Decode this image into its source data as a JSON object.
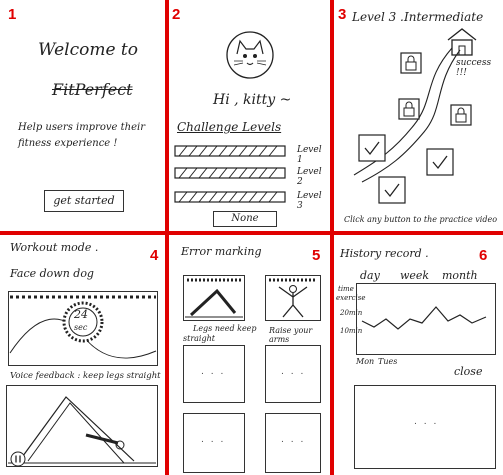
{
  "panels": [
    {
      "number": "1",
      "title": "Welcome to",
      "brand": "FitPerfect",
      "desc_line1": "Help users improve their",
      "desc_line2": "fitness experience !",
      "button": "get started"
    },
    {
      "number": "2",
      "greeting": "Hi , kitty ~",
      "section": "Challenge Levels",
      "levels": [
        "Level 1",
        "Level 2",
        "Level 3"
      ],
      "button": "None"
    },
    {
      "number": "3",
      "title": "Level 3 .",
      "subtitle": "Intermediate",
      "success": "success !!!",
      "footer": "Click any button to the practice video"
    },
    {
      "number": "4",
      "title": "Workout mode .",
      "pose": "Face down dog",
      "timer_value": "24",
      "timer_unit": "sec",
      "feedback": "Voice feedback : keep legs straight"
    },
    {
      "number": "5",
      "title": "Error marking",
      "caption1_line1": "Legs need keep",
      "caption1_line2": "straight",
      "caption2": "Raise your arms"
    },
    {
      "number": "6",
      "title": "History record .",
      "tabs": [
        "day",
        "week",
        "month"
      ],
      "y_labels": [
        "time",
        "exercise",
        "20min",
        "10min"
      ],
      "x_labels": [
        "Mon",
        "Tues"
      ],
      "close": "close"
    }
  ],
  "colors": {
    "divider": "#e00000",
    "ink": "#222222"
  }
}
